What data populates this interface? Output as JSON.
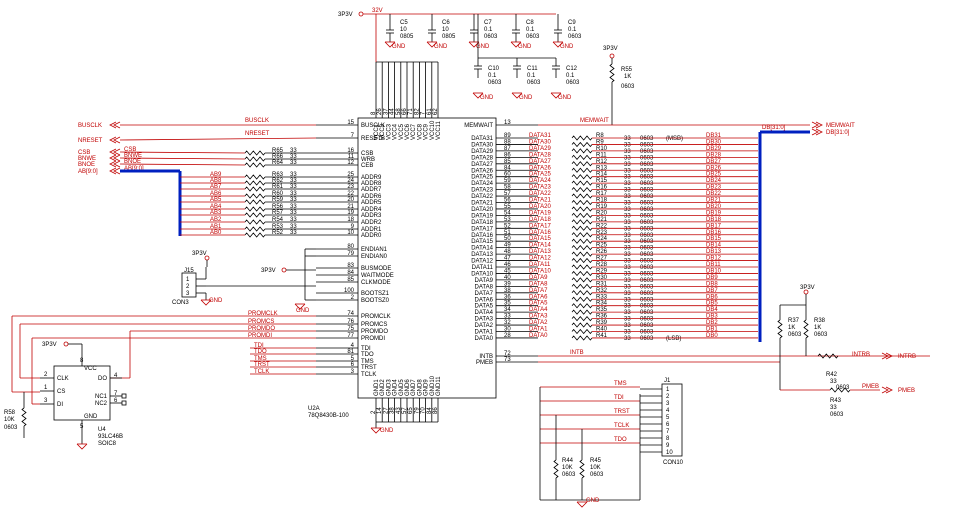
{
  "power_labels": {
    "p3v3": "3P3V",
    "p32v": "32V",
    "gnd": "GND"
  },
  "top_caps": [
    {
      "ref": "C5",
      "val": "10",
      "pkg": "0805"
    },
    {
      "ref": "C6",
      "val": "10",
      "pkg": "0805"
    },
    {
      "ref": "C7",
      "val": "0.1",
      "pkg": "0603"
    },
    {
      "ref": "C8",
      "val": "0.1",
      "pkg": "0603"
    },
    {
      "ref": "C9",
      "val": "0.1",
      "pkg": "0603"
    }
  ],
  "mid_caps": [
    {
      "ref": "C10",
      "val": "0.1",
      "pkg": "0603"
    },
    {
      "ref": "C11",
      "val": "0.1",
      "pkg": "0603"
    },
    {
      "ref": "C12",
      "val": "0.1",
      "pkg": "0603"
    }
  ],
  "r55": {
    "ref": "R55",
    "val": "1K",
    "pkg": "0603",
    "net": "MEMWAIT"
  },
  "chip": {
    "ref": "U2A",
    "part": "78Q8430B-100",
    "vcc_pins": [
      "VCC1",
      "VCC2",
      "VCC3",
      "VCC4",
      "VCC5",
      "VCC6",
      "VCC7",
      "VCC8",
      "VCC9",
      "VCC10",
      "VCC11"
    ],
    "vcc_nums": [
      "8",
      "26",
      "37",
      "44",
      "58",
      "66",
      "71",
      "82",
      "7",
      "61",
      "62"
    ],
    "gnd_pins": [
      "GND1",
      "GND2",
      "GND3",
      "GND4",
      "GND5",
      "GND6",
      "GND7",
      "GND8",
      "GND9",
      "GND10",
      "GND11"
    ],
    "gnd_nums": [
      "2",
      "14",
      "27",
      "38",
      "43",
      "57",
      "65",
      "79",
      "70",
      "84",
      "86"
    ],
    "left_pins": [
      {
        "name": "BUSCLK",
        "num": "15"
      },
      {
        "name": "RESETB",
        "num": "7"
      },
      {
        "name": "CSB",
        "num": "16"
      },
      {
        "name": "WRB",
        "num": "11"
      },
      {
        "name": "CEB",
        "num": "12"
      },
      {
        "name": "ADDR9",
        "num": "25"
      },
      {
        "name": "ADDR8",
        "num": "24"
      },
      {
        "name": "ADDR7",
        "num": "23"
      },
      {
        "name": "ADDR6",
        "num": "22"
      },
      {
        "name": "ADDR5",
        "num": "20"
      },
      {
        "name": "ADDR4",
        "num": "21"
      },
      {
        "name": "ADDR3",
        "num": "19"
      },
      {
        "name": "ADDR2",
        "num": "18"
      },
      {
        "name": "ADDR1",
        "num": "9"
      },
      {
        "name": "ADDR0",
        "num": "10"
      },
      {
        "name": "ENDIAN1",
        "num": "80"
      },
      {
        "name": "ENDIAN0",
        "num": "79"
      },
      {
        "name": "BUSMODE",
        "num": "83"
      },
      {
        "name": "WAITMODE",
        "num": "84"
      },
      {
        "name": "CLKMODE",
        "num": "85"
      },
      {
        "name": "BOOTSZ1",
        "num": "100"
      },
      {
        "name": "BOOTSZ0",
        "num": "2"
      },
      {
        "name": "PROMCLK",
        "num": "74"
      },
      {
        "name": "PROMCS",
        "num": "76"
      },
      {
        "name": "PROMDO",
        "num": "75"
      },
      {
        "name": "PROMDI",
        "num": "77"
      },
      {
        "name": "TDI",
        "num": "4"
      },
      {
        "name": "TDO",
        "num": "81"
      },
      {
        "name": "TMS",
        "num": "5"
      },
      {
        "name": "TRST",
        "num": "6"
      },
      {
        "name": "TCLK",
        "num": "3"
      }
    ],
    "right_pins": [
      {
        "name": "MEMWAIT",
        "num": "13"
      },
      {
        "name": "DATA31",
        "num": "89"
      },
      {
        "name": "DATA30",
        "num": "88"
      },
      {
        "name": "DATA29",
        "num": "87"
      },
      {
        "name": "DATA28",
        "num": "86"
      },
      {
        "name": "DATA27",
        "num": "85"
      },
      {
        "name": "DATA26",
        "num": "84"
      },
      {
        "name": "DATA25",
        "num": "60"
      },
      {
        "name": "DATA24",
        "num": "59"
      },
      {
        "name": "DATA23",
        "num": "58"
      },
      {
        "name": "DATA22",
        "num": "57"
      },
      {
        "name": "DATA21",
        "num": "56"
      },
      {
        "name": "DATA20",
        "num": "55"
      },
      {
        "name": "DATA19",
        "num": "54"
      },
      {
        "name": "DATA18",
        "num": "53"
      },
      {
        "name": "DATA17",
        "num": "52"
      },
      {
        "name": "DATA16",
        "num": "51"
      },
      {
        "name": "DATA15",
        "num": "50"
      },
      {
        "name": "DATA14",
        "num": "49"
      },
      {
        "name": "DATA13",
        "num": "48"
      },
      {
        "name": "DATA12",
        "num": "47"
      },
      {
        "name": "DATA11",
        "num": "46"
      },
      {
        "name": "DATA10",
        "num": "45"
      },
      {
        "name": "DATA9",
        "num": "40"
      },
      {
        "name": "DATA8",
        "num": "39"
      },
      {
        "name": "DATA7",
        "num": "38"
      },
      {
        "name": "DATA6",
        "num": "36"
      },
      {
        "name": "DATA5",
        "num": "35"
      },
      {
        "name": "DATA4",
        "num": "34"
      },
      {
        "name": "DATA3",
        "num": "33"
      },
      {
        "name": "DATA2",
        "num": "32"
      },
      {
        "name": "DATA1",
        "num": "30"
      },
      {
        "name": "DATA0",
        "num": "28"
      },
      {
        "name": "INTB",
        "num": "72"
      },
      {
        "name": "PMEB",
        "num": "73"
      }
    ]
  },
  "left_ports": [
    {
      "label": "BUSCLK",
      "net": "BUSCLK"
    },
    {
      "label": "NRESET",
      "net": "NRESET"
    },
    {
      "label": "CSB",
      "net": "CSB"
    },
    {
      "label": "BNWE",
      "net": "BNWE"
    },
    {
      "label": "BNOE",
      "net": "BNOE"
    },
    {
      "label": "AB[9:0]",
      "net": "AB[9:0]"
    }
  ],
  "ctrl_res": [
    {
      "ref": "R65",
      "val": "33"
    },
    {
      "ref": "R66",
      "val": "33"
    },
    {
      "ref": "R64",
      "val": "33"
    }
  ],
  "addr_res": [
    {
      "net": "AB9",
      "ref": "R63",
      "val": "33"
    },
    {
      "net": "AB8",
      "ref": "R62",
      "val": "33"
    },
    {
      "net": "AB7",
      "ref": "R61",
      "val": "33"
    },
    {
      "net": "AB6",
      "ref": "R60",
      "val": "33"
    },
    {
      "net": "AB5",
      "ref": "R59",
      "val": "33"
    },
    {
      "net": "AB4",
      "ref": "R56",
      "val": "33"
    },
    {
      "net": "AB3",
      "ref": "R57",
      "val": "33"
    },
    {
      "net": "AB2",
      "ref": "R54",
      "val": "33"
    },
    {
      "net": "AB1",
      "ref": "R53",
      "val": "33"
    },
    {
      "net": "AB0",
      "ref": "R52",
      "val": "33"
    }
  ],
  "data_res": [
    {
      "ref": "R8",
      "net": "DB31",
      "note": "(MSB)"
    },
    {
      "ref": "R9",
      "net": "DB30",
      "note": ""
    },
    {
      "ref": "R10",
      "net": "DB29",
      "note": ""
    },
    {
      "ref": "R11",
      "net": "DB28",
      "note": ""
    },
    {
      "ref": "R12",
      "net": "DB27",
      "note": ""
    },
    {
      "ref": "R13",
      "net": "DB26",
      "note": ""
    },
    {
      "ref": "R14",
      "net": "DB25",
      "note": ""
    },
    {
      "ref": "R15",
      "net": "DB24",
      "note": ""
    },
    {
      "ref": "R16",
      "net": "DB23",
      "note": ""
    },
    {
      "ref": "R17",
      "net": "DB22",
      "note": ""
    },
    {
      "ref": "R18",
      "net": "DB21",
      "note": ""
    },
    {
      "ref": "R19",
      "net": "DB20",
      "note": ""
    },
    {
      "ref": "R20",
      "net": "DB19",
      "note": ""
    },
    {
      "ref": "R21",
      "net": "DB18",
      "note": ""
    },
    {
      "ref": "R22",
      "net": "DB17",
      "note": ""
    },
    {
      "ref": "R23",
      "net": "DB16",
      "note": ""
    },
    {
      "ref": "R24",
      "net": "DB15",
      "note": ""
    },
    {
      "ref": "R25",
      "net": "DB14",
      "note": ""
    },
    {
      "ref": "R26",
      "net": "DB13",
      "note": ""
    },
    {
      "ref": "R27",
      "net": "DB12",
      "note": ""
    },
    {
      "ref": "R28",
      "net": "DB11",
      "note": ""
    },
    {
      "ref": "R29",
      "net": "DB10",
      "note": ""
    },
    {
      "ref": "R30",
      "net": "DB9",
      "note": ""
    },
    {
      "ref": "R31",
      "net": "DB8",
      "note": ""
    },
    {
      "ref": "R32",
      "net": "DB7",
      "note": ""
    },
    {
      "ref": "R33",
      "net": "DB6",
      "note": ""
    },
    {
      "ref": "R34",
      "net": "DB5",
      "note": ""
    },
    {
      "ref": "R35",
      "net": "DB4",
      "note": ""
    },
    {
      "ref": "R36",
      "net": "DB3",
      "note": ""
    },
    {
      "ref": "R39",
      "net": "DB2",
      "note": ""
    },
    {
      "ref": "R40",
      "net": "DB1",
      "note": ""
    },
    {
      "ref": "R41",
      "net": "DB0",
      "note": "(LSB)"
    }
  ],
  "data_res_val": "33",
  "data_res_pkg": "0603",
  "right_ports": [
    {
      "label": "MEMWAIT"
    },
    {
      "label": "DB[31:0]"
    }
  ],
  "bus_label": "DB[31:0]",
  "int_res": [
    {
      "ref": "R37",
      "val": "1K",
      "pkg": "0603"
    },
    {
      "ref": "R38",
      "val": "1K",
      "pkg": "0603"
    },
    {
      "ref": "R42",
      "val": "33",
      "pkg": "0603"
    },
    {
      "ref": "R43",
      "val": "33",
      "pkg": "0603"
    }
  ],
  "int_ports": [
    {
      "label": "INTRB",
      "net": "INTRB"
    },
    {
      "label": "PMEB",
      "net": "PMEB"
    }
  ],
  "j15": {
    "ref": "J15",
    "name": "CON3",
    "pins": [
      "1",
      "2",
      "3"
    ]
  },
  "u4": {
    "ref": "U4",
    "part": "93LC46B",
    "pkg": "SOIC8",
    "pins_l": [
      {
        "n": "CLK",
        "p": "2"
      },
      {
        "n": "CS",
        "p": "1"
      },
      {
        "n": "DI",
        "p": "3"
      }
    ],
    "pins_r": [
      {
        "n": "DO",
        "p": "4"
      },
      {
        "n": "NC1",
        "p": "7"
      },
      {
        "n": "NC2",
        "p": "6"
      }
    ],
    "vcc": "VCC",
    "gnd": "GND",
    "vcc_pin": "8",
    "gnd_pin": "5"
  },
  "r58": {
    "ref": "R58",
    "val": "10K",
    "pkg": "0603"
  },
  "prom_nets": [
    "PROMCLK",
    "PROMCS",
    "PROMDO",
    "PROMDI"
  ],
  "jtag_nets": [
    "TDI",
    "TDO",
    "TMS",
    "TRST",
    "TCLK"
  ],
  "j1": {
    "ref": "J1",
    "name": "CON10",
    "pins": [
      "1",
      "2",
      "3",
      "4",
      "5",
      "6",
      "7",
      "8",
      "9",
      "10"
    ],
    "nets": [
      "TMS",
      "TDI",
      "TRST",
      "TCLK",
      "TDO"
    ]
  },
  "jtag_res": [
    {
      "ref": "R44",
      "val": "10K",
      "pkg": "0603"
    },
    {
      "ref": "R45",
      "val": "10K",
      "pkg": "0603"
    }
  ]
}
